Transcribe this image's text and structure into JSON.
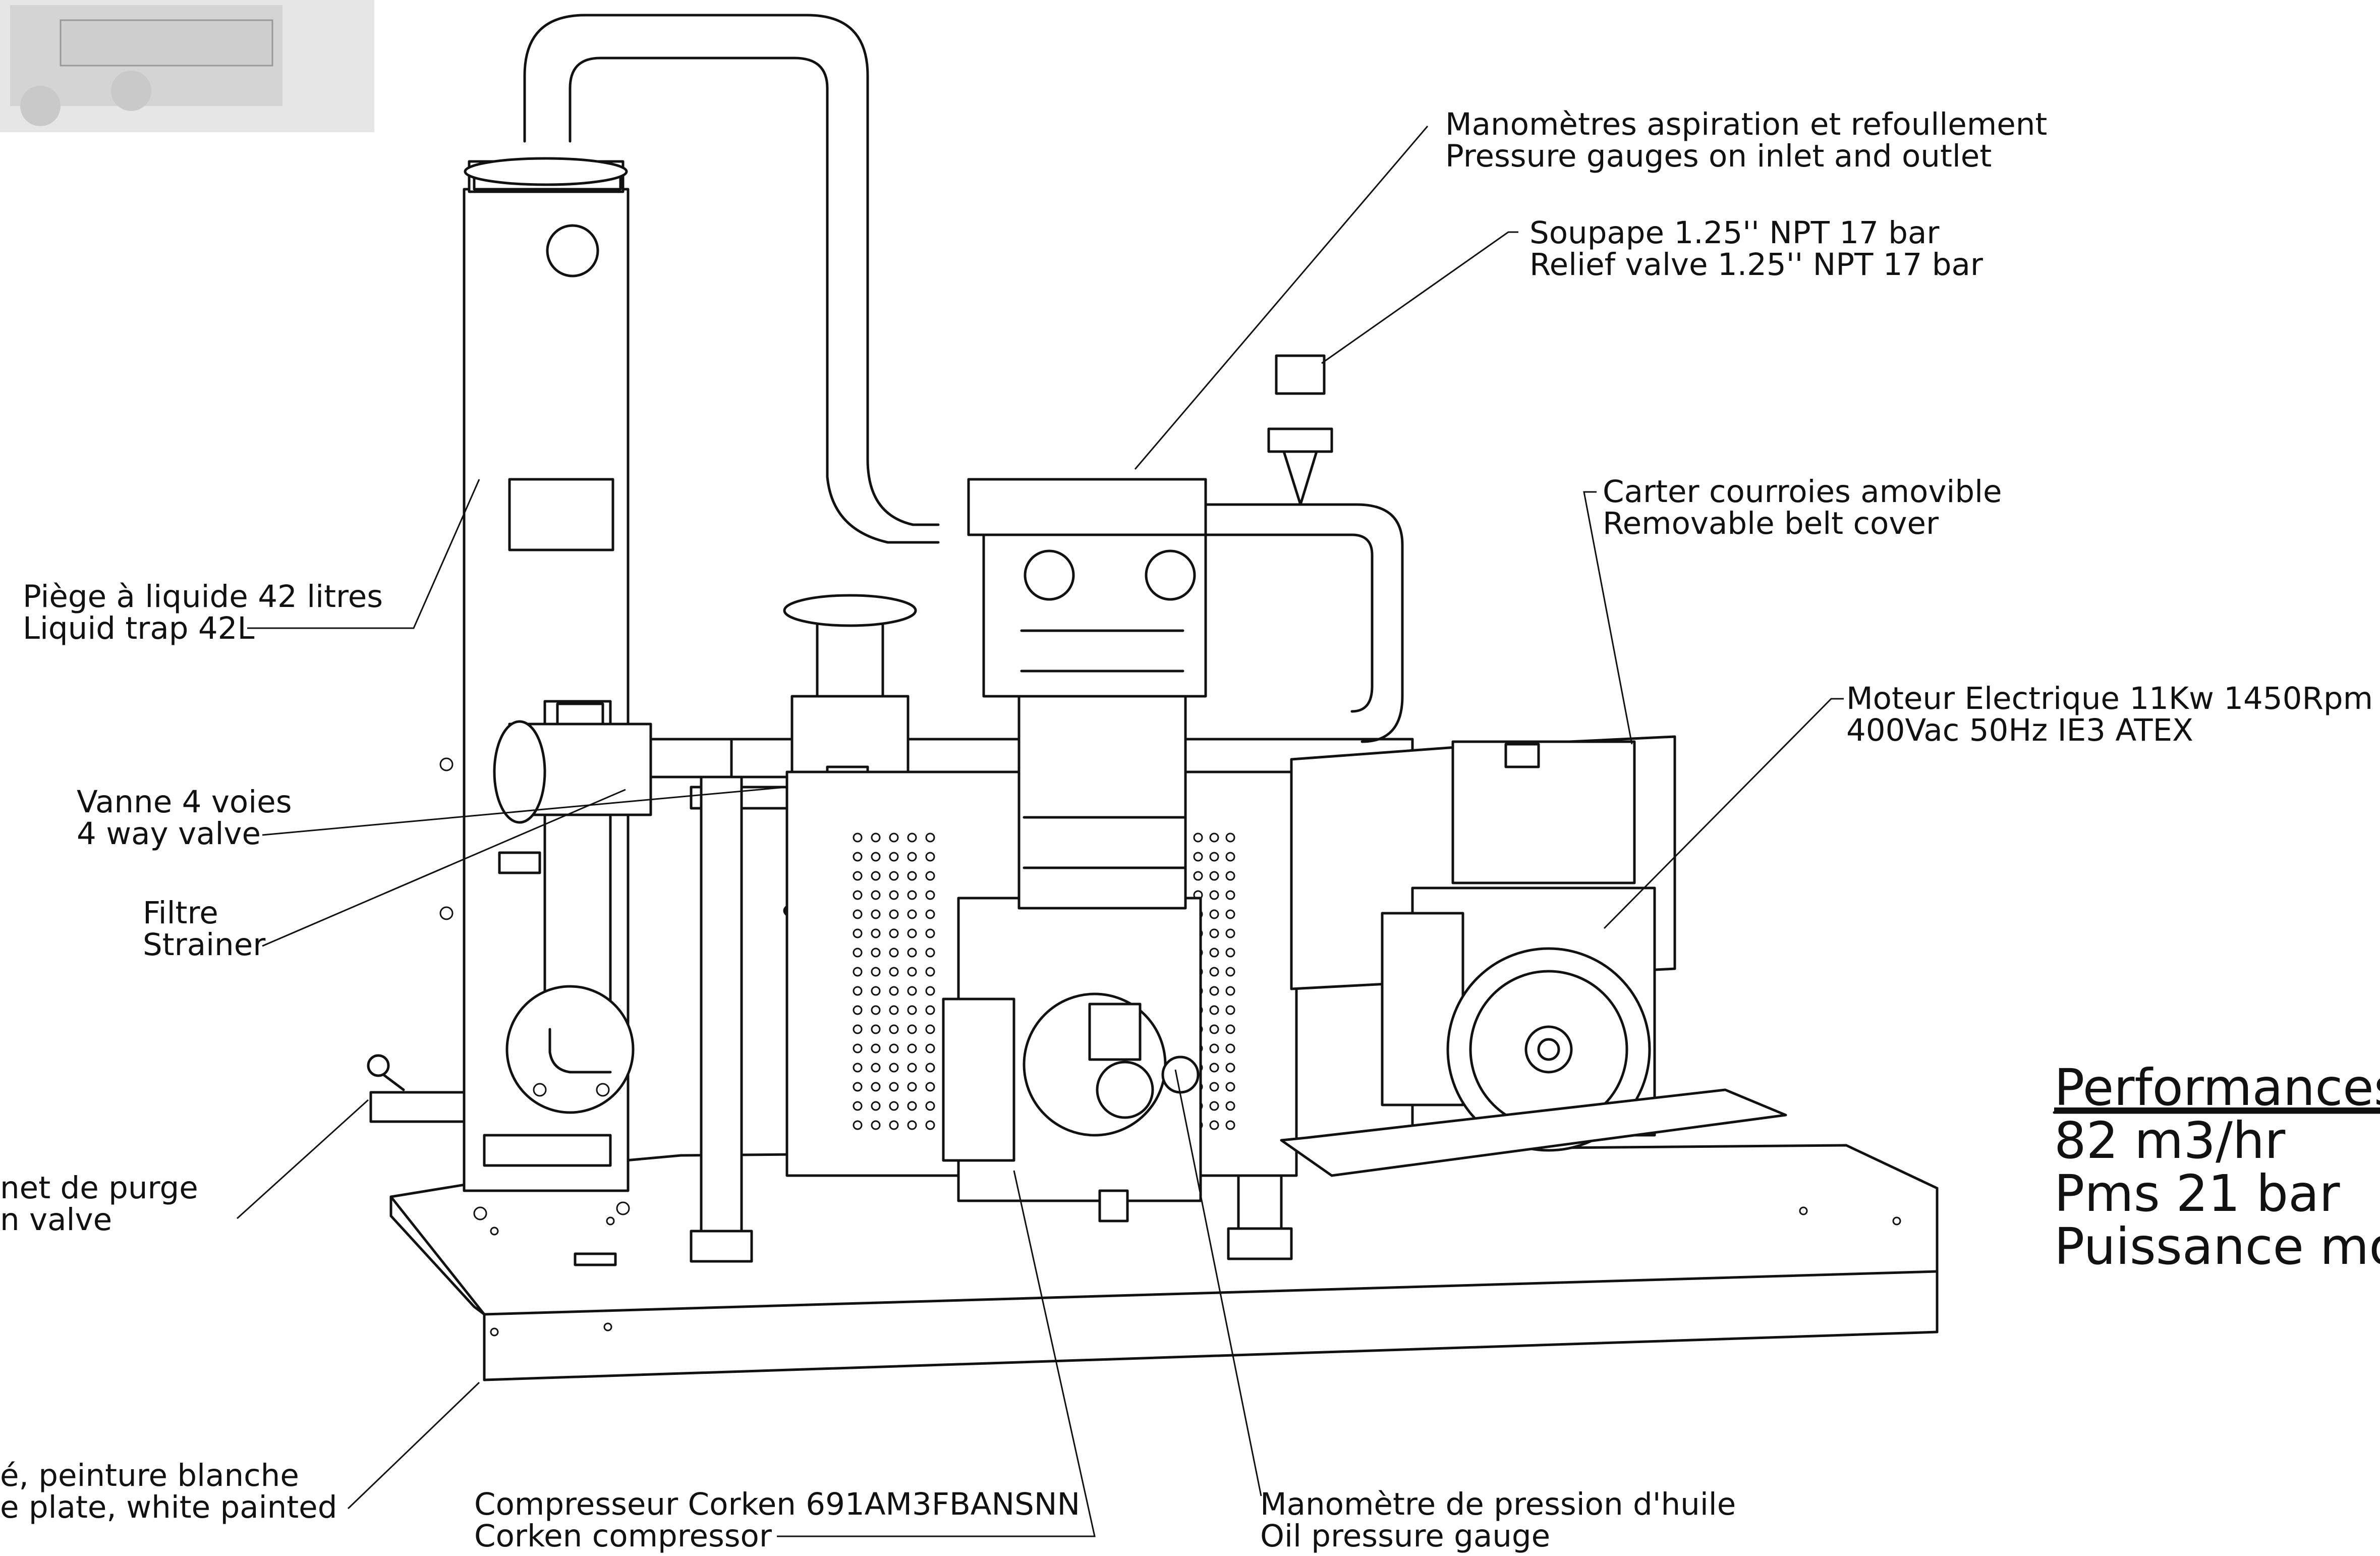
{
  "labels": {
    "gauges_fr": "Manomètres aspiration et refoullement",
    "gauges_en": "Pressure gauges on inlet and outlet",
    "relief_fr": "Soupape 1.25'' NPT 17 bar",
    "relief_en": "Relief valve 1.25'' NPT 17 bar",
    "belt_fr": "Carter courroies amovible",
    "belt_en": "Removable belt cover",
    "trap_fr": "Piège à liquide  42 litres",
    "trap_en": "Liquid trap 42L",
    "motor_fr": "Moteur Electrique 11Kw 1450Rpm",
    "motor_en": "400Vac 50Hz IE3 ATEX",
    "valve_fr": "Vanne 4 voies",
    "valve_en": "4 way valve",
    "strainer_fr": "Filtre",
    "strainer_en": "Strainer",
    "drain_fr": "net de purge",
    "drain_en": "n valve",
    "base_fr": "é, peinture blanche",
    "base_en": "e plate, white painted",
    "compressor_fr": "Compresseur Corken 691AM3FBANSNN",
    "compressor_en": "Corken compressor",
    "oil_fr": "Manomètre de pression d'huile",
    "oil_en": "Oil pressure gauge"
  },
  "performances": {
    "title": "Performances",
    "flow": "82 m3/hr",
    "pressure": "Pms 21 bar",
    "power": "Puissance mo"
  }
}
